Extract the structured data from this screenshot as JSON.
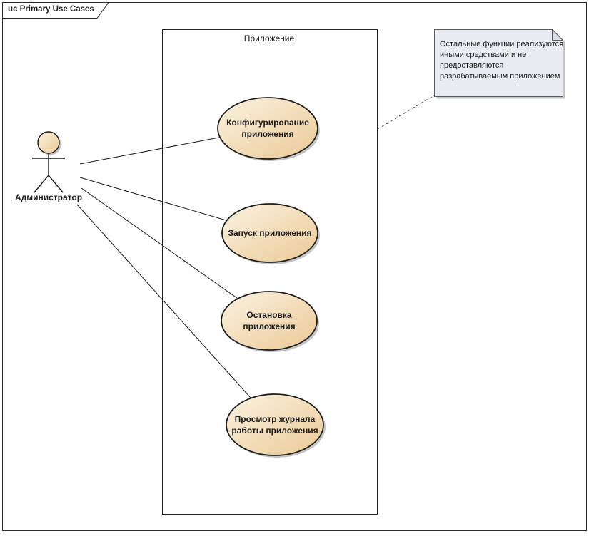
{
  "frame": {
    "title": "uc Primary Use Cases"
  },
  "boundary": {
    "label": "Приложение"
  },
  "actor": {
    "label": "Администратор"
  },
  "usecases": [
    {
      "label": "Конфигурирование\nприложения"
    },
    {
      "label": "Запуск приложения"
    },
    {
      "label": "Остановка\nприложения"
    },
    {
      "label": "Просмотр журнала\nработы приложения"
    }
  ],
  "note": {
    "text": "Остальные функции реализуются\nиными средствами и не\nпредоставляются\nразрабатываемым приложением"
  },
  "colors": {
    "usecase_fill_light": "#fbf2e0",
    "usecase_fill_dark": "#eaca96",
    "note_fill": "#ebecf2",
    "note_fold_fill": "#dcdde6",
    "shadow": "#c5c5c5",
    "stroke": "#1f1f1f",
    "background": "#ffffff"
  }
}
